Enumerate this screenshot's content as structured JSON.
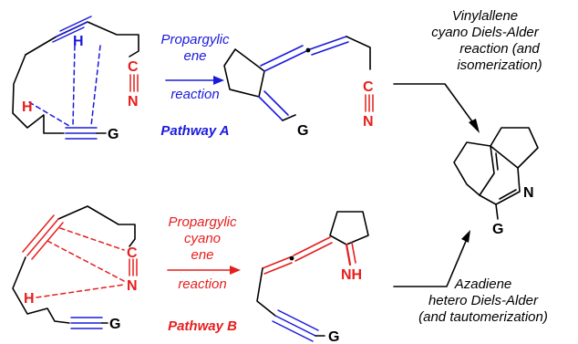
{
  "colors": {
    "pathway_a": "#1a1adc",
    "pathway_b": "#e61e1e",
    "default": "#000000"
  },
  "pathway_a": {
    "condition_lines": [
      "Propargylic",
      "ene"
    ],
    "reaction_word": "reaction",
    "label": "Pathway A"
  },
  "pathway_b": {
    "condition_lines": [
      "Propargylic",
      "cyano",
      "ene"
    ],
    "reaction_word": "reaction",
    "label": "Pathway B"
  },
  "step_upper": [
    "Vinylallene",
    "cyano Diels-Alder",
    "reaction (and",
    "isomerization)"
  ],
  "step_lower": [
    "Azadiene",
    "hetero Diels-Alder",
    "(and tautomerization)"
  ],
  "atoms": {
    "h": "H",
    "c": "C",
    "n": "N",
    "g": "G",
    "nh": "NH"
  }
}
